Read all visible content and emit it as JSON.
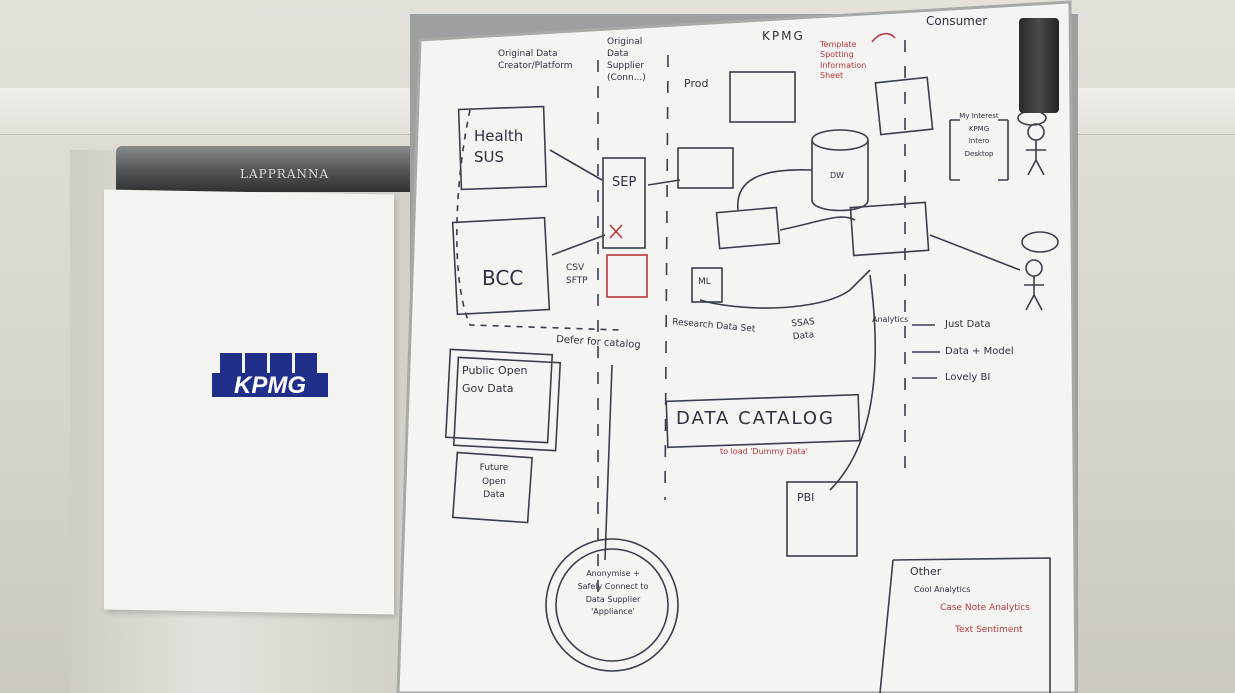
{
  "flipchart": {
    "brand": "LAPPRANNA",
    "logo_text": "KPMG"
  },
  "whiteboard": {
    "col_original_creator": "Original Data Creator/Platform",
    "col_original_supplier": "Original Data Supplier (Conn...)",
    "col_prod": "Prod",
    "col_kpmg": "KPMG",
    "col_consumer": "Consumer",
    "template_note": "Template Spotting Information Sheet",
    "health_box": "Health SUS",
    "bcc_box": "BCC",
    "public_box": "Public Open Gov Data",
    "future_box": "Future Open Data",
    "sep_box": "SEP",
    "csv_note": "CSV SFTP",
    "defer_note": "Defer for catalog",
    "research_note": "Research Data Set",
    "data_catalog": "DATA CATALOG",
    "data_catalog_sub": "to load 'Dummy Data'",
    "pbi_box": "PBI",
    "ml_box": "ML",
    "circle_text": "Anonymise + Safely Connect to Data Supplier 'Appliance'",
    "other_title": "Other",
    "other_sub": "Cool Analytics",
    "other_red_1": "Case Note Analytics",
    "other_red_2": "Text Sentiment",
    "consumer_list": [
      "Just Data",
      "Data + Model",
      "Lovely BI"
    ],
    "my_interest_box": "My Interest KPMG Intero Desktop",
    "analytics_note": "Analytics",
    "ssas_note": "SSAS Data",
    "dw_label": "DW"
  }
}
